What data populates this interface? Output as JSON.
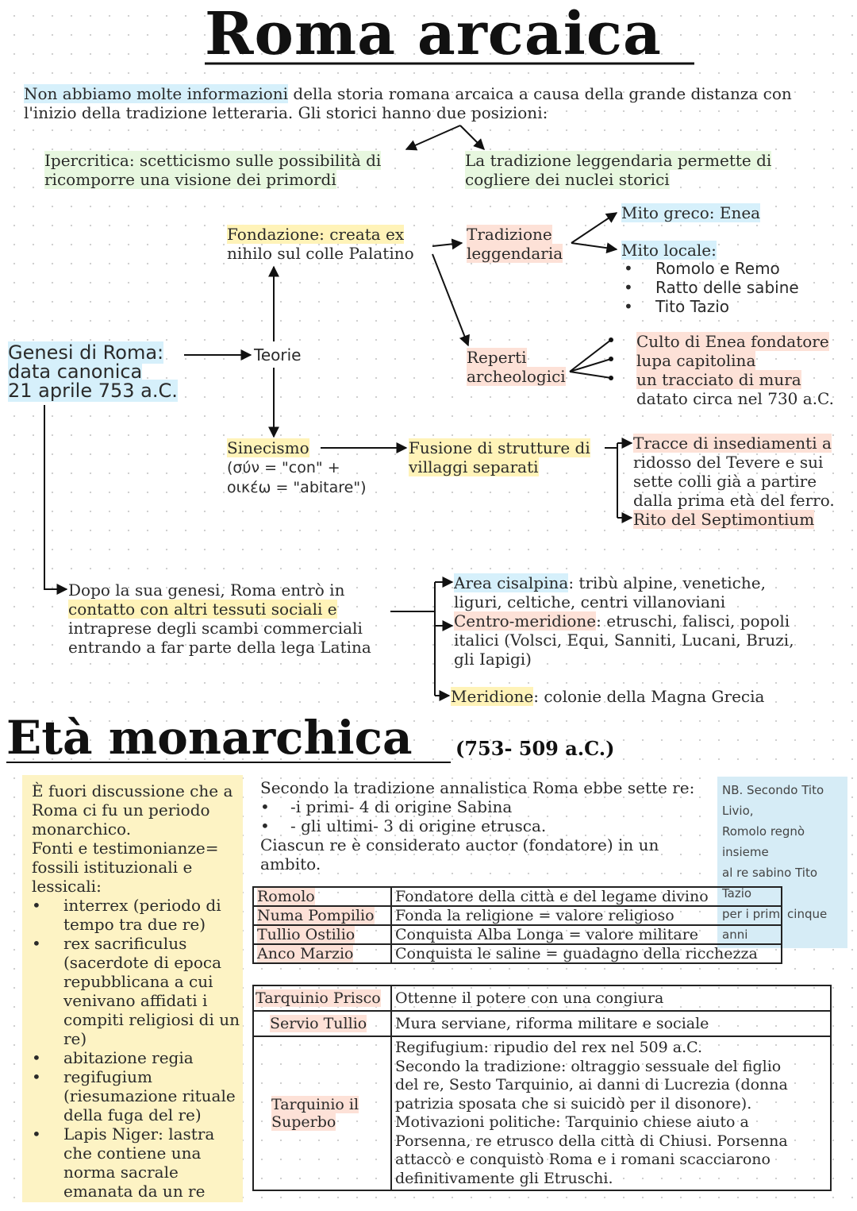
{
  "header": {
    "title": "Roma arcaica"
  },
  "intro": {
    "p1": "Non abbiamo molte informazioni",
    "p2": " della storia romana arcaica a causa della grande distanza con",
    "p3": "l'inizio della tradizione letteraria. Gli storici hanno due posizioni:"
  },
  "positions": {
    "left_1": "Ipercritica: scetticismo sulle possibilità di",
    "left_2": "ricomporre una visione dei primordi",
    "right_1": "La tradizione leggendaria permette di",
    "right_2": "cogliere dei nuclei storici"
  },
  "genesis": {
    "line1": "Genesi di Roma:",
    "line2": "data canonica",
    "line3": "21 aprile 753 a.C.",
    "teorie": "Teorie"
  },
  "fondazione": {
    "line1": "Fondazione: creata ex",
    "line2": "nihilo sul colle Palatino"
  },
  "tradizione": {
    "line1": "Tradizione",
    "line2": "leggendaria"
  },
  "miti": {
    "greco": "Mito greco: Enea",
    "locale": "Mito locale:",
    "items": [
      "Romolo e Remo",
      "Ratto delle sabine",
      "Tito Tazio"
    ]
  },
  "reperti": {
    "line1": "Reperti",
    "line2": "archeologici",
    "items": [
      "Culto di Enea fondatore",
      "lupa capitolina",
      "un tracciato di mura",
      "datato circa nel 730 a.C."
    ]
  },
  "sinecismo": {
    "line1": "Sinecismo",
    "line2": "(σύν = \"con\"  +",
    "line3": "οικέω = \"abitare\")",
    "fusione1": "Fusione di strutture di",
    "fusione2": "villaggi separati",
    "tracce": [
      "Tracce di insediamenti a",
      "ridosso del Tevere e sui",
      "sette colli già a partire",
      "dalla prima età del ferro."
    ],
    "rito": "Rito del Septimontium"
  },
  "dopo": {
    "lines": [
      "Dopo la sua genesi, Roma entrò in",
      "contatto con altri tessuti sociali e",
      "intraprese degli scambi commerciali",
      "entrando a far parte della lega Latina"
    ],
    "area1": "Area cisalpina",
    "area1_rest": ": tribù alpine, venetiche,",
    "area1_l2": "liguri, celtiche, centri villanoviani",
    "area2": "Centro-meridione",
    "area2_rest": ": etruschi, falisci, popoli",
    "area2_l2": "italici (Volsci, Equi, Sanniti, Lucani, Bruzi,",
    "area2_l3": "gli Iapigi)",
    "area3": "Meridione",
    "area3_rest": ": colonie della Magna Grecia"
  },
  "section2": {
    "title": "Età monarchica",
    "dates": "(753- 509 a.C.)"
  },
  "yellow_box": {
    "lines": [
      "È fuori discussione che a",
      "Roma ci fu un periodo",
      "monarchico.",
      "Fonti e testimonianze=",
      "fossili istituzionali e",
      "lessicali:"
    ],
    "items": [
      [
        "interrex (periodo di",
        "tempo tra due re)"
      ],
      [
        "rex sacrificulus",
        "(sacerdote di epoca",
        "repubblicana a cui",
        "venivano affidati i",
        "compiti religiosi di un",
        "re)"
      ],
      [
        "abitazione regia"
      ],
      [
        "regifugium",
        "(riesumazione rituale",
        "della fuga del re)"
      ],
      [
        "Lapis Niger: lastra",
        "che contiene una",
        "norma sacrale",
        "emanata da un re"
      ]
    ]
  },
  "annalistica": {
    "intro": "Secondo la tradizione annalistica Roma ebbe sette re:",
    "b1": "-i primi- 4 di origine Sabina",
    "b2": "- gli ultimi- 3 di origine etrusca.",
    "l3": "Ciascun re è considerato auctor (fondatore) in un",
    "l4": "ambito."
  },
  "nb": [
    "NB. Secondo Tito Livio,",
    "Romolo regnò insieme",
    "al re sabino Tito Tazio",
    "per i primi cinque anni"
  ],
  "table1": [
    [
      "Romolo",
      "Fondatore della città e del legame divino"
    ],
    [
      "Numa Pompilio",
      "Fonda la religione = valore religioso"
    ],
    [
      "Tullio Ostilio",
      "Conquista Alba Longa = valore militare"
    ],
    [
      "Anco Marzio",
      "Conquista le saline = guadagno della ricchezza"
    ]
  ],
  "table2": {
    "r1": [
      "Tarquinio Prisco",
      "Ottenne il potere  con  una congiura"
    ],
    "r2": [
      "Servio Tullio",
      "Mura serviane, riforma militare e sociale"
    ],
    "r3_name": [
      "Tarquinio il",
      "Superbo"
    ],
    "r3_lines": [
      "Regifugium: ripudio del rex nel 509 a.C.",
      "Secondo la tradizione: oltraggio sessuale del figlio",
      "del re, Sesto Tarquinio, ai danni di Lucrezia (donna",
      "patrizia sposata che si suicidò per il disonore).",
      "Motivazioni politiche: Tarquinio chiese aiuto a",
      "Porsenna, re etrusco della città di Chiusi. Porsenna",
      "attaccò e conquistò Roma e i romani scacciarono",
      "definitivamente gli Etruschi."
    ]
  }
}
